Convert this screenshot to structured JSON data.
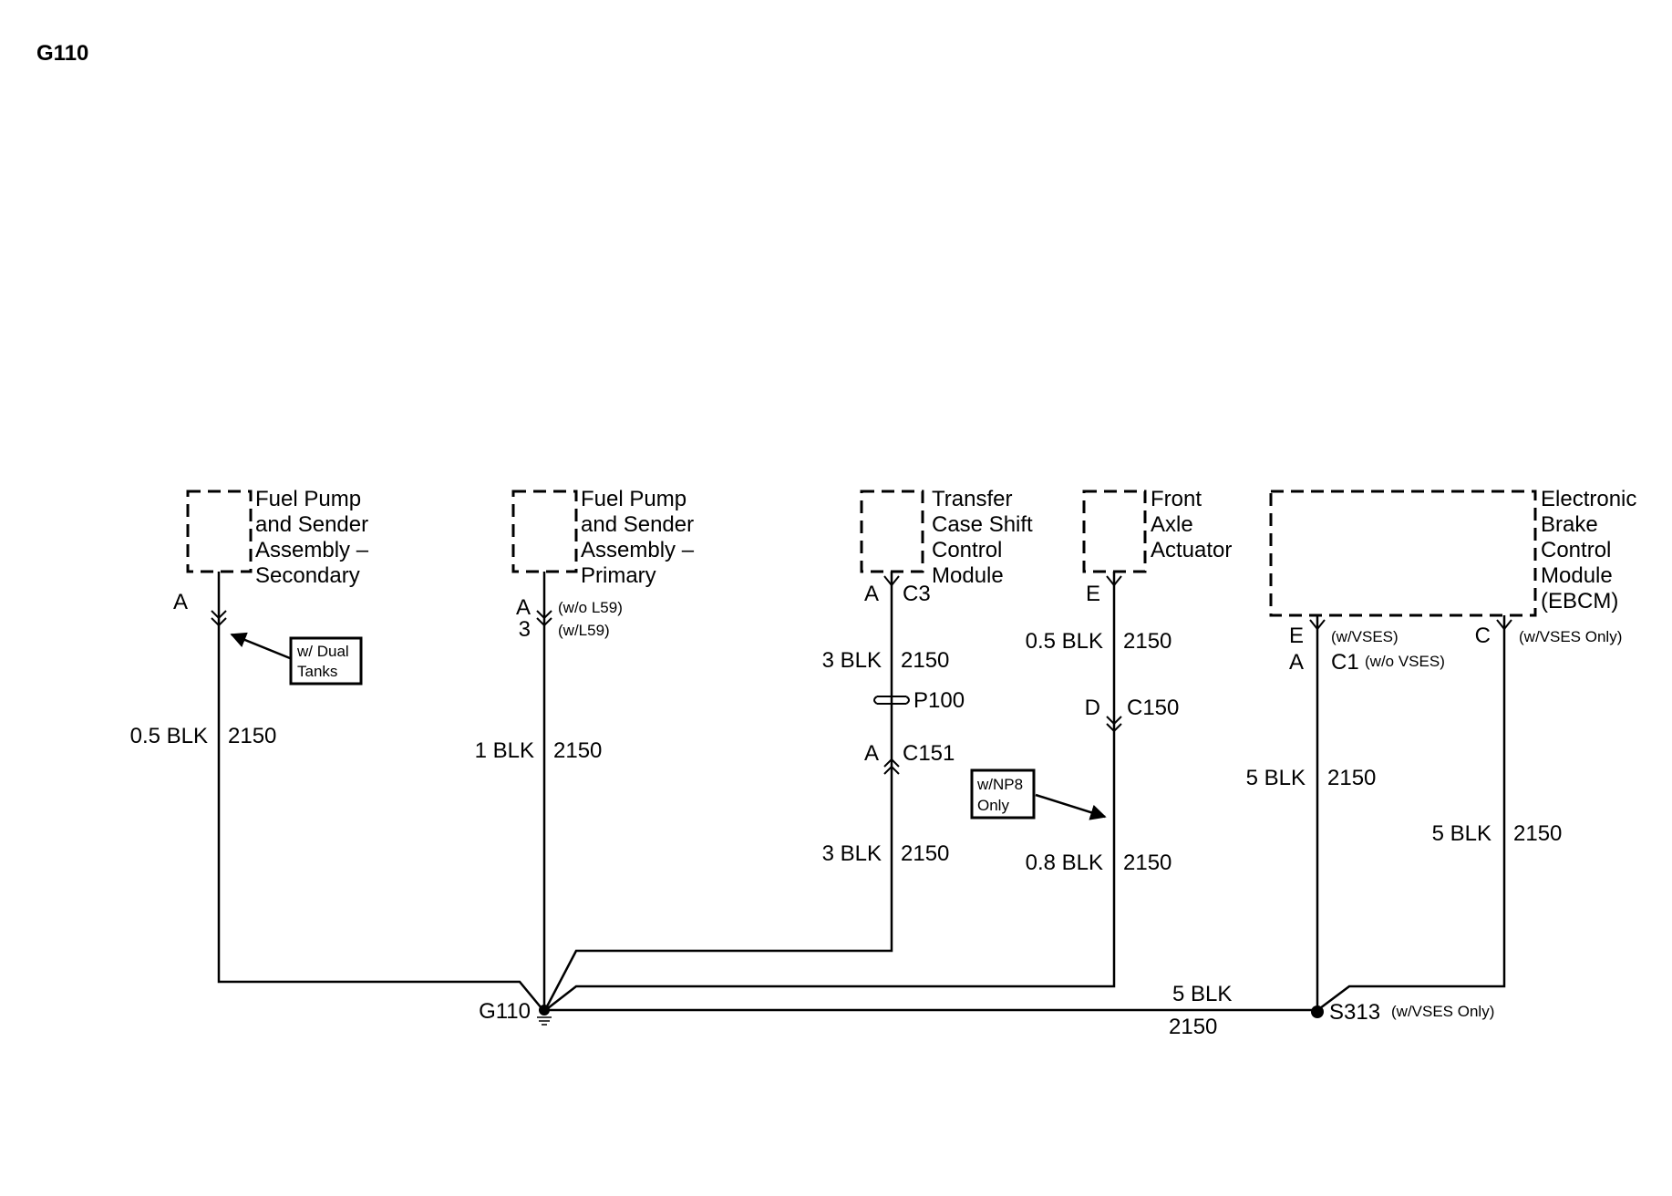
{
  "title": "G110",
  "components": [
    {
      "label_lines": [
        "Fuel Pump",
        "and Sender",
        "Assembly –",
        "Secondary"
      ]
    },
    {
      "label_lines": [
        "Fuel Pump",
        "and Sender",
        "Assembly –",
        "Primary"
      ]
    },
    {
      "label_lines": [
        "Transfer",
        "Case Shift",
        "Control",
        "Module"
      ]
    },
    {
      "label_lines": [
        "Front",
        "Axle",
        "Actuator"
      ]
    },
    {
      "label_lines": [
        "Electronic",
        "Brake",
        "Control",
        "Module",
        "(EBCM)"
      ]
    }
  ],
  "wire_labels": {
    "secondary": {
      "size_color": "0.5 BLK",
      "circuit": "2150",
      "pin": "A"
    },
    "primary": {
      "size_color": "1 BLK",
      "circuit": "2150",
      "pin_a": "A",
      "pin_3": "3",
      "note_a": "(w/o L59)",
      "note_3": "(w/L59)"
    },
    "transfer_upper": {
      "size_color": "3 BLK",
      "circuit": "2150",
      "pin": "A",
      "connector": "C3"
    },
    "transfer_lower": {
      "size_color": "3 BLK",
      "circuit": "2150",
      "pin": "A",
      "connector": "C151"
    },
    "inline": {
      "name": "P100"
    },
    "axle_upper": {
      "size_color": "0.5 BLK",
      "circuit": "2150",
      "pin": "E"
    },
    "axle_lower": {
      "size_color": "0.8 BLK",
      "circuit": "2150",
      "pin": "D",
      "connector": "C150"
    },
    "ebcm_left": {
      "size_color": "5 BLK",
      "circuit": "2150",
      "pin_e": "E",
      "pin_a": "A",
      "note_e": "(w/VSES)",
      "connector": "C1",
      "note_c1": "(w/o VSES)"
    },
    "ebcm_right": {
      "size_color": "5 BLK",
      "circuit": "2150",
      "pin": "C",
      "note": "(w/VSES Only)"
    },
    "ground_bus": {
      "size_color": "5 BLK",
      "circuit": "2150"
    }
  },
  "notes": {
    "dual_tanks": [
      "w/ Dual",
      "Tanks"
    ],
    "np8": [
      "w/NP8",
      "Only"
    ]
  },
  "ground": {
    "name": "G110"
  },
  "splice": {
    "name": "S313",
    "note": "(w/VSES Only)"
  }
}
